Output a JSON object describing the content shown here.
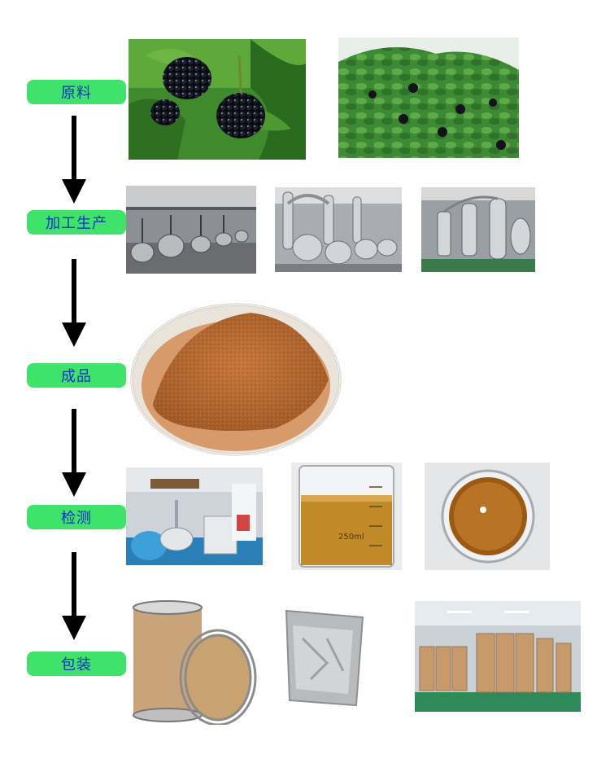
{
  "stages": [
    {
      "label": "原料"
    },
    {
      "label": "加工生产"
    },
    {
      "label": "成品"
    },
    {
      "label": "检测"
    },
    {
      "label": "包装"
    }
  ],
  "colors": {
    "label_bg": "#3ee36a",
    "label_text": "#1330c8",
    "arrow": "#000000"
  },
  "photos": {
    "raw_material": [
      "blackberry-closeup-photo",
      "blackberry-shrub-photo"
    ],
    "processing": [
      "factory-tanks-photo",
      "stainless-extraction-equipment-photo",
      "evaporator-column-photo"
    ],
    "product": [
      "brown-powder-petri-dish-photo"
    ],
    "testing": [
      "lab-instruments-photo",
      "beaker-amber-liquid-photo",
      "flask-amber-liquid-photo"
    ],
    "packaging": [
      "fiber-drum-photo",
      "foil-bag-photo",
      "warehouse-drums-photo"
    ]
  },
  "beaker_marking": "250ml"
}
